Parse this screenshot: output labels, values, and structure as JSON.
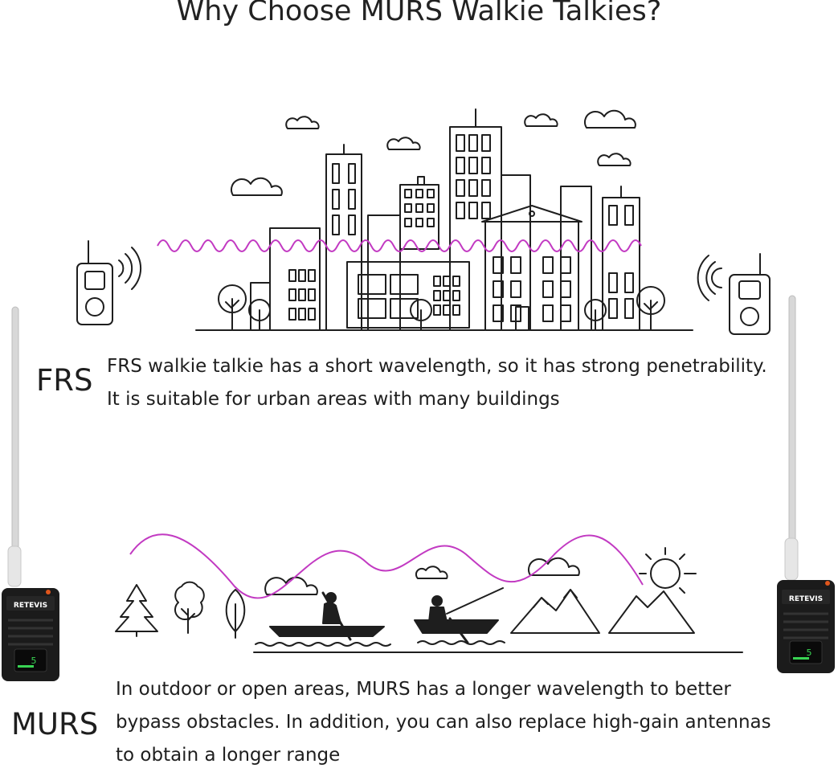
{
  "title": "Why Choose MURS Walkie Talkies?",
  "frs": {
    "label": "FRS",
    "lines": [
      "FRS walkie talkie has a short wavelength, so it has strong penetrability.",
      "It is suitable for urban areas with many buildings"
    ]
  },
  "murs": {
    "label": "MURS",
    "lines": [
      "In outdoor or open areas, MURS has a longer wavelength to better",
      "bypass obstacles. In addition, you can also replace high-gain antennas",
      "to obtain a longer range"
    ]
  },
  "radio": {
    "brand": "RETEVIS",
    "channel": "5"
  },
  "colors": {
    "wave": "#c23ac2",
    "ink": "#1e1e1e",
    "screen_green": "#39d353"
  },
  "icons": [
    "walkie-talkie-icon",
    "city-skyline-icon",
    "cloud-icon",
    "tree-icon",
    "kayak-icon",
    "fishing-boat-icon",
    "mountain-icon",
    "sun-icon"
  ]
}
